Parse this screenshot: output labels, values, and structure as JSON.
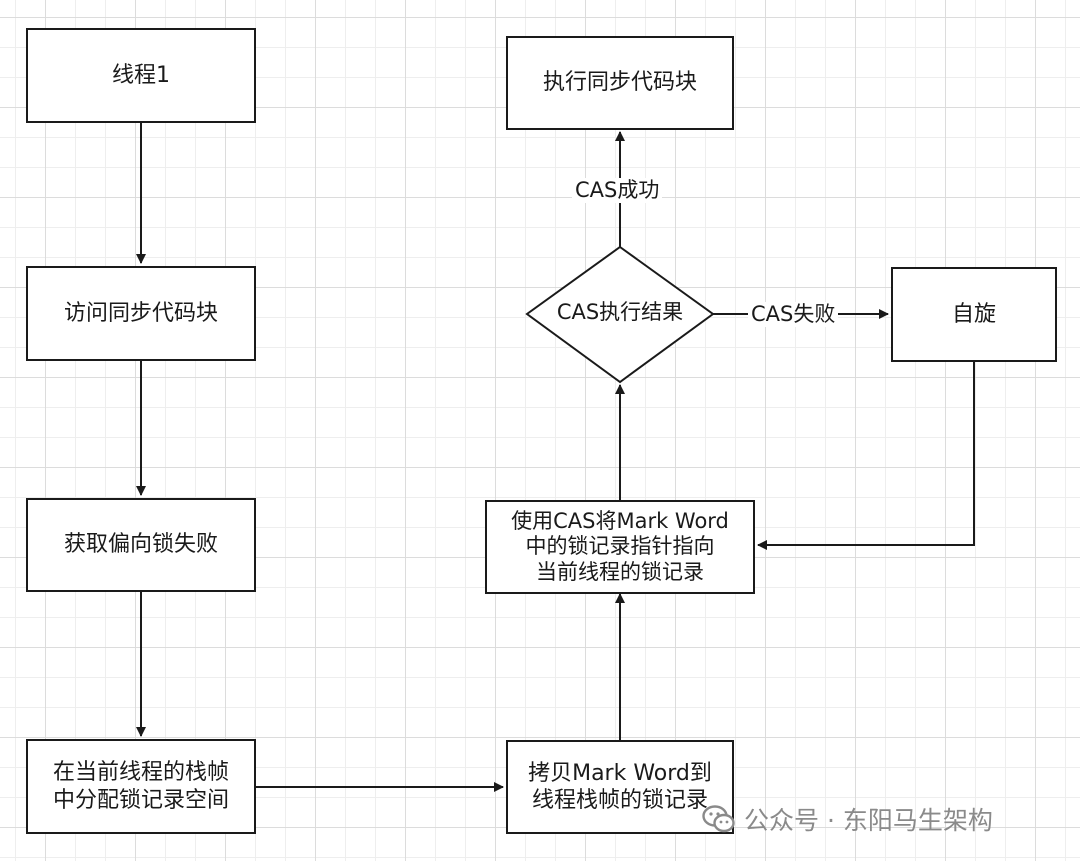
{
  "nodes": {
    "thread1": "线程1",
    "access_sync": "访问同步代码块",
    "biased_fail": "获取偏向锁失败",
    "alloc_record": "在当前线程的栈帧\n中分配锁记录空间",
    "copy_markword": "拷贝Mark Word到\n线程栈帧的锁记录",
    "cas_pointer": "使用CAS将Mark Word\n中的锁记录指针指向\n当前线程的锁记录",
    "cas_result": "CAS执行结果",
    "exec_sync": "执行同步代码块",
    "spin": "自旋"
  },
  "edge_labels": {
    "cas_success": "CAS成功",
    "cas_fail": "CAS失败"
  },
  "watermark": {
    "text": "公众号 · 东阳马生架构"
  },
  "colors": {
    "stroke": "#1a1a1a",
    "grid_major": "#dcdcdc",
    "grid_minor": "#eeeeee",
    "watermark": "#8a8a8a"
  }
}
